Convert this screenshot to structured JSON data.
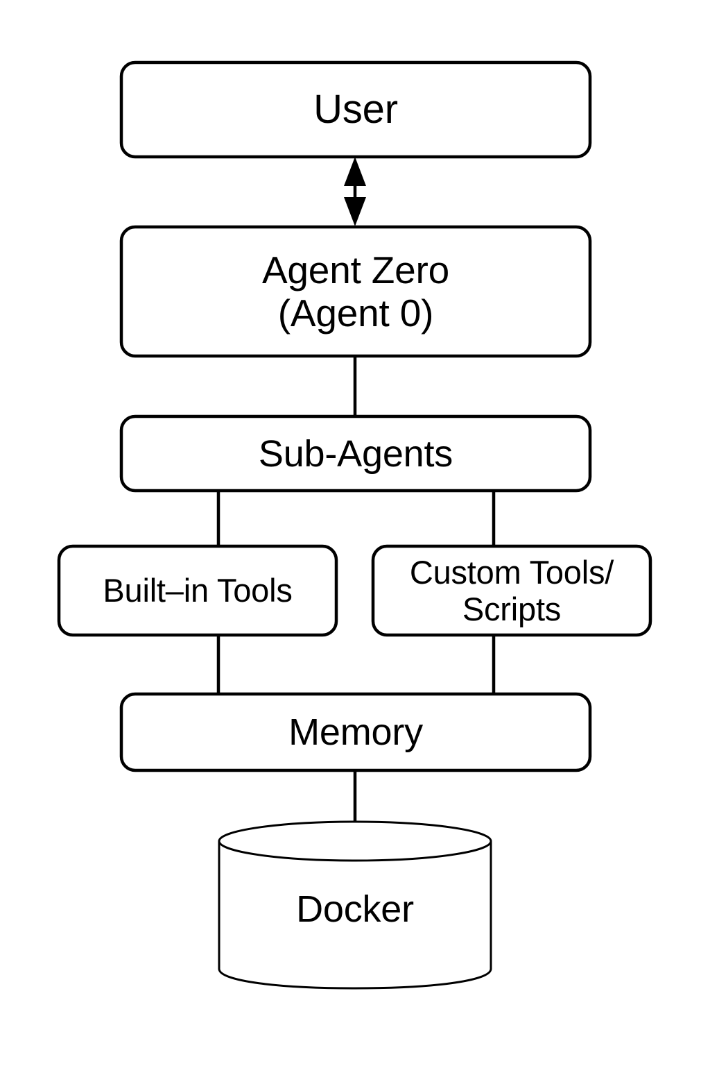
{
  "diagram": {
    "title": "Agent Zero architecture flow diagram",
    "background_color": "#ffffff",
    "stroke_color": "#000000",
    "nodes": [
      {
        "id": "user",
        "label": "User",
        "shape": "rounded-rect"
      },
      {
        "id": "agent-zero",
        "label": "Agent Zero\n(Agent 0)",
        "shape": "rounded-rect"
      },
      {
        "id": "sub-agents",
        "label": "Sub-Agents",
        "shape": "rounded-rect"
      },
      {
        "id": "built-in",
        "label": "Built–in Tools",
        "shape": "rounded-rect"
      },
      {
        "id": "custom",
        "label": "Custom Tools/\nScripts",
        "shape": "rounded-rect"
      },
      {
        "id": "memory",
        "label": "Memory",
        "shape": "rounded-rect"
      },
      {
        "id": "docker",
        "label": "Docker",
        "shape": "cylinder"
      }
    ],
    "edges": [
      {
        "from": "user",
        "to": "agent-zero",
        "type": "double-arrow"
      },
      {
        "from": "agent-zero",
        "to": "sub-agents",
        "type": "line"
      },
      {
        "from": "sub-agents",
        "to": "built-in",
        "type": "line"
      },
      {
        "from": "sub-agents",
        "to": "custom",
        "type": "line"
      },
      {
        "from": "built-in",
        "to": "memory",
        "type": "line"
      },
      {
        "from": "custom",
        "to": "memory",
        "type": "line"
      },
      {
        "from": "memory",
        "to": "docker",
        "type": "line"
      }
    ]
  }
}
